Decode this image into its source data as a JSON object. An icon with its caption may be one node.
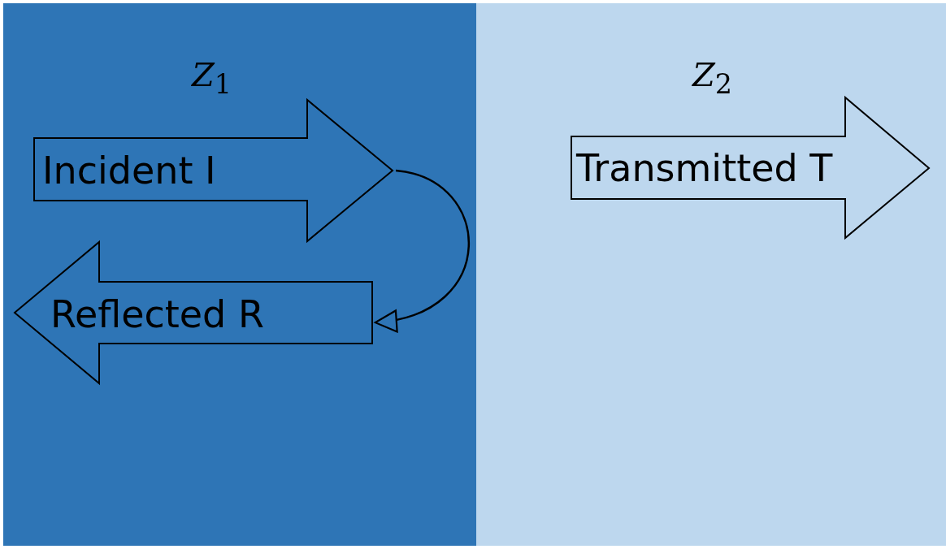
{
  "diagram": {
    "nodes": [
      {
        "text": [
          "*Z*$_{1}$"
        ]
      },
      {
        "text": [
          "*Z*$_{2}$"
        ]
      },
      {
        "text": [
          "Incident I"
        ],
        "in": 0
      },
      {
        "text": [
          "Reflected R"
        ],
        "in": 0
      },
      {
        "text": [
          "Transmitted T"
        ],
        "in": 1
      }
    ],
    "edges": [
      {
        "from": 2,
        "to": 3,
        "arrow": "to"
      }
    ]
  }
}
